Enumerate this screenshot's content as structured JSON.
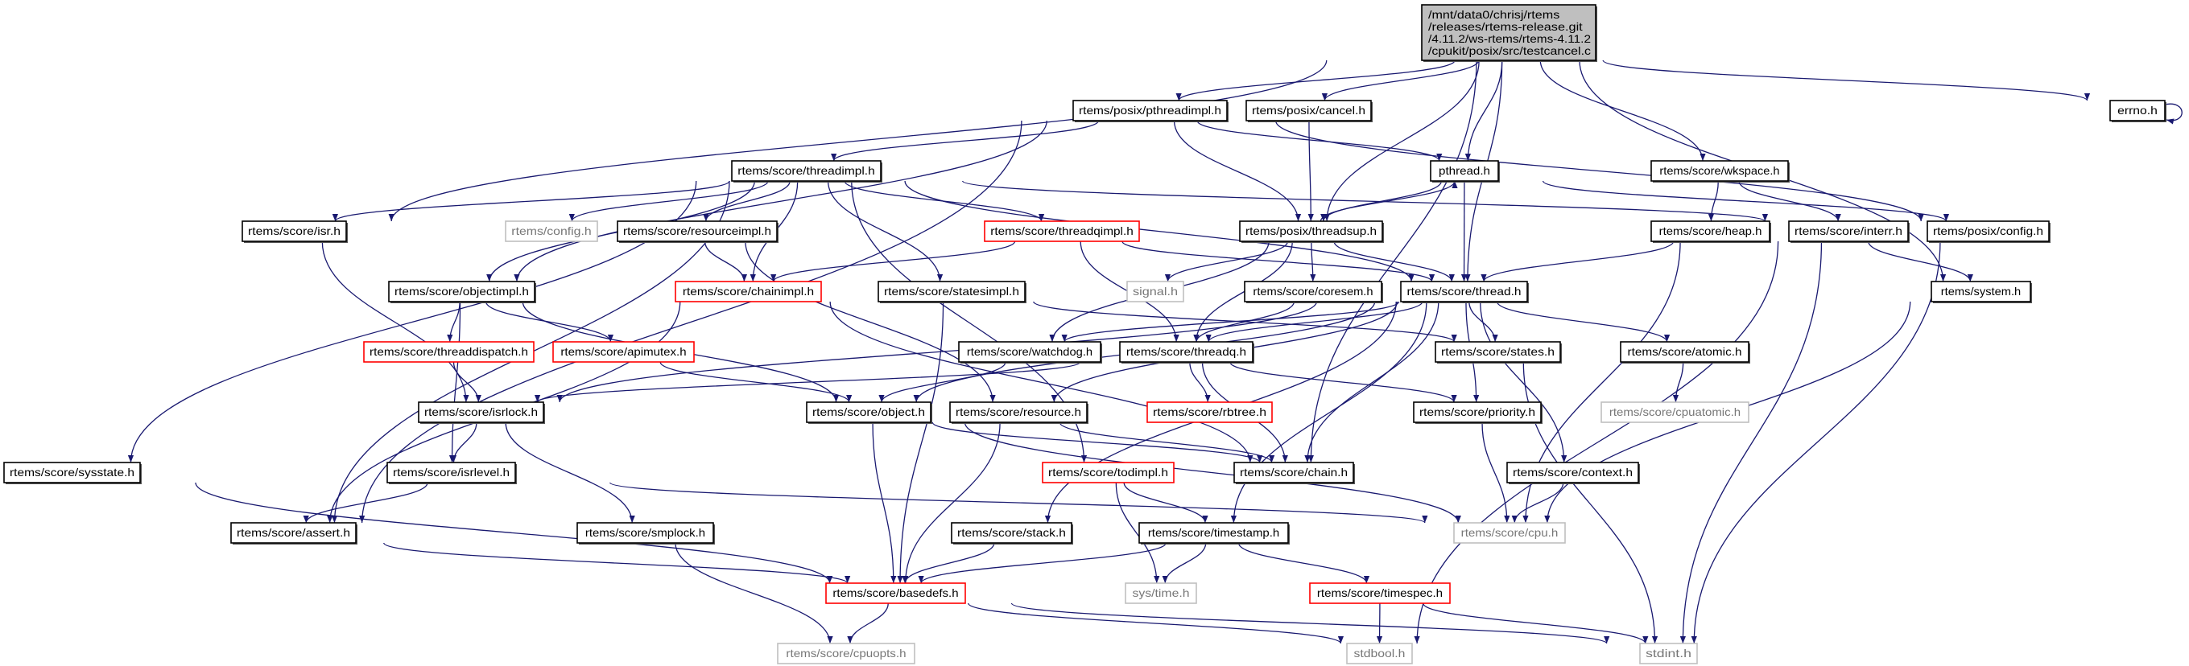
{
  "graph": {
    "edge_color": "#191970",
    "style_colors": {
      "root_fill": "#bfbfbf",
      "normal_border": "#000000",
      "truncated_border": "#ff0000",
      "external_border": "#bfbfbf"
    },
    "nodes": {
      "testcancel": {
        "lines": [
          "/mnt/data0/chrisj/rtems",
          "/releases/rtems-release.git",
          "/4.11.2/ws-rtems/rtems-4.11.2",
          "/cpukit/posix/src/testcancel.c"
        ],
        "kind": "root"
      },
      "pthreadimpl": {
        "label": "rtems/posix/pthreadimpl.h",
        "kind": "normal"
      },
      "cancel": {
        "label": "rtems/posix/cancel.h",
        "kind": "normal"
      },
      "errno": {
        "label": "errno.h",
        "kind": "normal"
      },
      "threadimpl": {
        "label": "rtems/score/threadimpl.h",
        "kind": "normal"
      },
      "pthread": {
        "label": "pthread.h",
        "kind": "normal"
      },
      "wkspace": {
        "label": "rtems/score/wkspace.h",
        "kind": "normal"
      },
      "isr": {
        "label": "rtems/score/isr.h",
        "kind": "normal"
      },
      "config": {
        "label": "rtems/config.h",
        "kind": "external"
      },
      "resourceimpl": {
        "label": "rtems/score/resourceimpl.h",
        "kind": "normal"
      },
      "threadqimpl": {
        "label": "rtems/score/threadqimpl.h",
        "kind": "truncated"
      },
      "threadsup": {
        "label": "rtems/posix/threadsup.h",
        "kind": "normal"
      },
      "heap": {
        "label": "rtems/score/heap.h",
        "kind": "normal"
      },
      "interr": {
        "label": "rtems/score/interr.h",
        "kind": "normal"
      },
      "posixconfig": {
        "label": "rtems/posix/config.h",
        "kind": "normal"
      },
      "objectimpl": {
        "label": "rtems/score/objectimpl.h",
        "kind": "normal"
      },
      "chainimpl": {
        "label": "rtems/score/chainimpl.h",
        "kind": "truncated"
      },
      "statesimpl": {
        "label": "rtems/score/statesimpl.h",
        "kind": "normal"
      },
      "signal": {
        "label": "signal.h",
        "kind": "external"
      },
      "coresem": {
        "label": "rtems/score/coresem.h",
        "kind": "normal"
      },
      "thread": {
        "label": "rtems/score/thread.h",
        "kind": "normal"
      },
      "system": {
        "label": "rtems/system.h",
        "kind": "normal"
      },
      "threaddispatch": {
        "label": "rtems/score/threaddispatch.h",
        "kind": "truncated"
      },
      "apimutex": {
        "label": "rtems/score/apimutex.h",
        "kind": "truncated"
      },
      "watchdog": {
        "label": "rtems/score/watchdog.h",
        "kind": "normal"
      },
      "threadq": {
        "label": "rtems/score/threadq.h",
        "kind": "normal"
      },
      "states": {
        "label": "rtems/score/states.h",
        "kind": "normal"
      },
      "atomic": {
        "label": "rtems/score/atomic.h",
        "kind": "normal"
      },
      "isrlock": {
        "label": "rtems/score/isrlock.h",
        "kind": "normal"
      },
      "object": {
        "label": "rtems/score/object.h",
        "kind": "normal"
      },
      "resource": {
        "label": "rtems/score/resource.h",
        "kind": "normal"
      },
      "rbtree": {
        "label": "rtems/score/rbtree.h",
        "kind": "truncated"
      },
      "priority": {
        "label": "rtems/score/priority.h",
        "kind": "normal"
      },
      "cpuatomic": {
        "label": "rtems/score/cpuatomic.h",
        "kind": "external"
      },
      "sysstate": {
        "label": "rtems/score/sysstate.h",
        "kind": "normal"
      },
      "isrlevel": {
        "label": "rtems/score/isrlevel.h",
        "kind": "normal"
      },
      "todimpl": {
        "label": "rtems/score/todimpl.h",
        "kind": "truncated"
      },
      "chain": {
        "label": "rtems/score/chain.h",
        "kind": "normal"
      },
      "context": {
        "label": "rtems/score/context.h",
        "kind": "normal"
      },
      "assert": {
        "label": "rtems/score/assert.h",
        "kind": "normal"
      },
      "smplock": {
        "label": "rtems/score/smplock.h",
        "kind": "normal"
      },
      "stack": {
        "label": "rtems/score/stack.h",
        "kind": "normal"
      },
      "timestamp": {
        "label": "rtems/score/timestamp.h",
        "kind": "normal"
      },
      "cpu": {
        "label": "rtems/score/cpu.h",
        "kind": "external"
      },
      "basedefs": {
        "label": "rtems/score/basedefs.h",
        "kind": "truncated"
      },
      "systime": {
        "label": "sys/time.h",
        "kind": "external"
      },
      "timespec": {
        "label": "rtems/score/timespec.h",
        "kind": "truncated"
      },
      "cpuopts": {
        "label": "rtems/score/cpuopts.h",
        "kind": "external"
      },
      "stdbool": {
        "label": "stdbool.h",
        "kind": "external"
      },
      "stdint": {
        "label": "stdint.h",
        "kind": "external"
      }
    },
    "edges": [
      [
        "testcancel",
        "pthreadimpl"
      ],
      [
        "testcancel",
        "cancel"
      ],
      [
        "testcancel",
        "pthread"
      ],
      [
        "testcancel",
        "threadsup"
      ],
      [
        "testcancel",
        "thread"
      ],
      [
        "testcancel",
        "isr"
      ],
      [
        "testcancel",
        "wkspace"
      ],
      [
        "testcancel",
        "system"
      ],
      [
        "testcancel",
        "errno"
      ],
      [
        "testcancel",
        "chain"
      ],
      [
        "pthreadimpl",
        "assert"
      ],
      [
        "pthreadimpl",
        "objectimpl"
      ],
      [
        "pthreadimpl",
        "threadimpl"
      ],
      [
        "pthreadimpl",
        "threadsup"
      ],
      [
        "pthreadimpl",
        "pthread"
      ],
      [
        "pthreadimpl",
        "posixconfig"
      ],
      [
        "cancel",
        "threadsup"
      ],
      [
        "errno",
        "errno"
      ],
      [
        "threadimpl",
        "isr"
      ],
      [
        "threadimpl",
        "config"
      ],
      [
        "threadimpl",
        "resourceimpl"
      ],
      [
        "threadimpl",
        "chainimpl"
      ],
      [
        "threadimpl",
        "threadqimpl"
      ],
      [
        "threadimpl",
        "statesimpl"
      ],
      [
        "threadimpl",
        "thread"
      ],
      [
        "threadimpl",
        "interr"
      ],
      [
        "threadimpl",
        "objectimpl"
      ],
      [
        "threadimpl",
        "sysstate"
      ],
      [
        "threadimpl",
        "assert"
      ],
      [
        "threadimpl",
        "todimpl"
      ],
      [
        "pthread",
        "threadsup"
      ],
      [
        "pthread",
        "thread"
      ],
      [
        "pthread",
        "posixconfig"
      ],
      [
        "threadsup",
        "pthread"
      ],
      [
        "threadsup",
        "signal"
      ],
      [
        "threadsup",
        "coresem"
      ],
      [
        "threadsup",
        "thread"
      ],
      [
        "threadsup",
        "threadq"
      ],
      [
        "threadsup",
        "watchdog"
      ],
      [
        "wkspace",
        "heap"
      ],
      [
        "wkspace",
        "interr"
      ],
      [
        "heap",
        "thread"
      ],
      [
        "heap",
        "cpu"
      ],
      [
        "interr",
        "system"
      ],
      [
        "interr",
        "stdbool"
      ],
      [
        "interr",
        "stdint"
      ],
      [
        "posixconfig",
        "stdint"
      ],
      [
        "system",
        "cpu"
      ],
      [
        "resourceimpl",
        "chainimpl"
      ],
      [
        "resourceimpl",
        "resource"
      ],
      [
        "threadqimpl",
        "chainimpl"
      ],
      [
        "threadqimpl",
        "threadq"
      ],
      [
        "threadqimpl",
        "thread"
      ],
      [
        "chainimpl",
        "assert"
      ],
      [
        "chainimpl",
        "chain"
      ],
      [
        "objectimpl",
        "threaddispatch"
      ],
      [
        "objectimpl",
        "apimutex"
      ],
      [
        "objectimpl",
        "isrlevel"
      ],
      [
        "objectimpl",
        "object"
      ],
      [
        "statesimpl",
        "states"
      ],
      [
        "statesimpl",
        "basedefs"
      ],
      [
        "isr",
        "isrlock"
      ],
      [
        "coresem",
        "threadq"
      ],
      [
        "thread",
        "watchdog"
      ],
      [
        "thread",
        "threadq"
      ],
      [
        "thread",
        "isrlock"
      ],
      [
        "thread",
        "object"
      ],
      [
        "thread",
        "resource"
      ],
      [
        "thread",
        "states"
      ],
      [
        "thread",
        "priority"
      ],
      [
        "thread",
        "atomic"
      ],
      [
        "thread",
        "context"
      ],
      [
        "thread",
        "chain"
      ],
      [
        "thread",
        "timestamp"
      ],
      [
        "thread",
        "stack"
      ],
      [
        "threaddispatch",
        "isrlock"
      ],
      [
        "apimutex",
        "object"
      ],
      [
        "watchdog",
        "object"
      ],
      [
        "threadq",
        "rbtree"
      ],
      [
        "threadq",
        "chain"
      ],
      [
        "threadq",
        "priority"
      ],
      [
        "threadq",
        "isrlock"
      ],
      [
        "states",
        "stdint"
      ],
      [
        "atomic",
        "cpuatomic"
      ],
      [
        "isrlock",
        "isrlevel"
      ],
      [
        "isrlock",
        "smplock"
      ],
      [
        "object",
        "basedefs"
      ],
      [
        "object",
        "chain"
      ],
      [
        "object",
        "cpu"
      ],
      [
        "resource",
        "basedefs"
      ],
      [
        "resource",
        "chain"
      ],
      [
        "priority",
        "cpu"
      ],
      [
        "sysstate",
        "basedefs"
      ],
      [
        "isrlevel",
        "assert"
      ],
      [
        "isrlevel",
        "cpu"
      ],
      [
        "todimpl",
        "timestamp"
      ],
      [
        "todimpl",
        "systime"
      ],
      [
        "context",
        "cpu"
      ],
      [
        "assert",
        "basedefs"
      ],
      [
        "smplock",
        "cpuopts"
      ],
      [
        "stack",
        "basedefs"
      ],
      [
        "timestamp",
        "basedefs"
      ],
      [
        "timestamp",
        "systime"
      ],
      [
        "timestamp",
        "timespec"
      ],
      [
        "basedefs",
        "cpuopts"
      ],
      [
        "basedefs",
        "stdbool"
      ],
      [
        "basedefs",
        "stdint"
      ],
      [
        "timespec",
        "stdbool"
      ],
      [
        "timespec",
        "stdint"
      ]
    ]
  }
}
